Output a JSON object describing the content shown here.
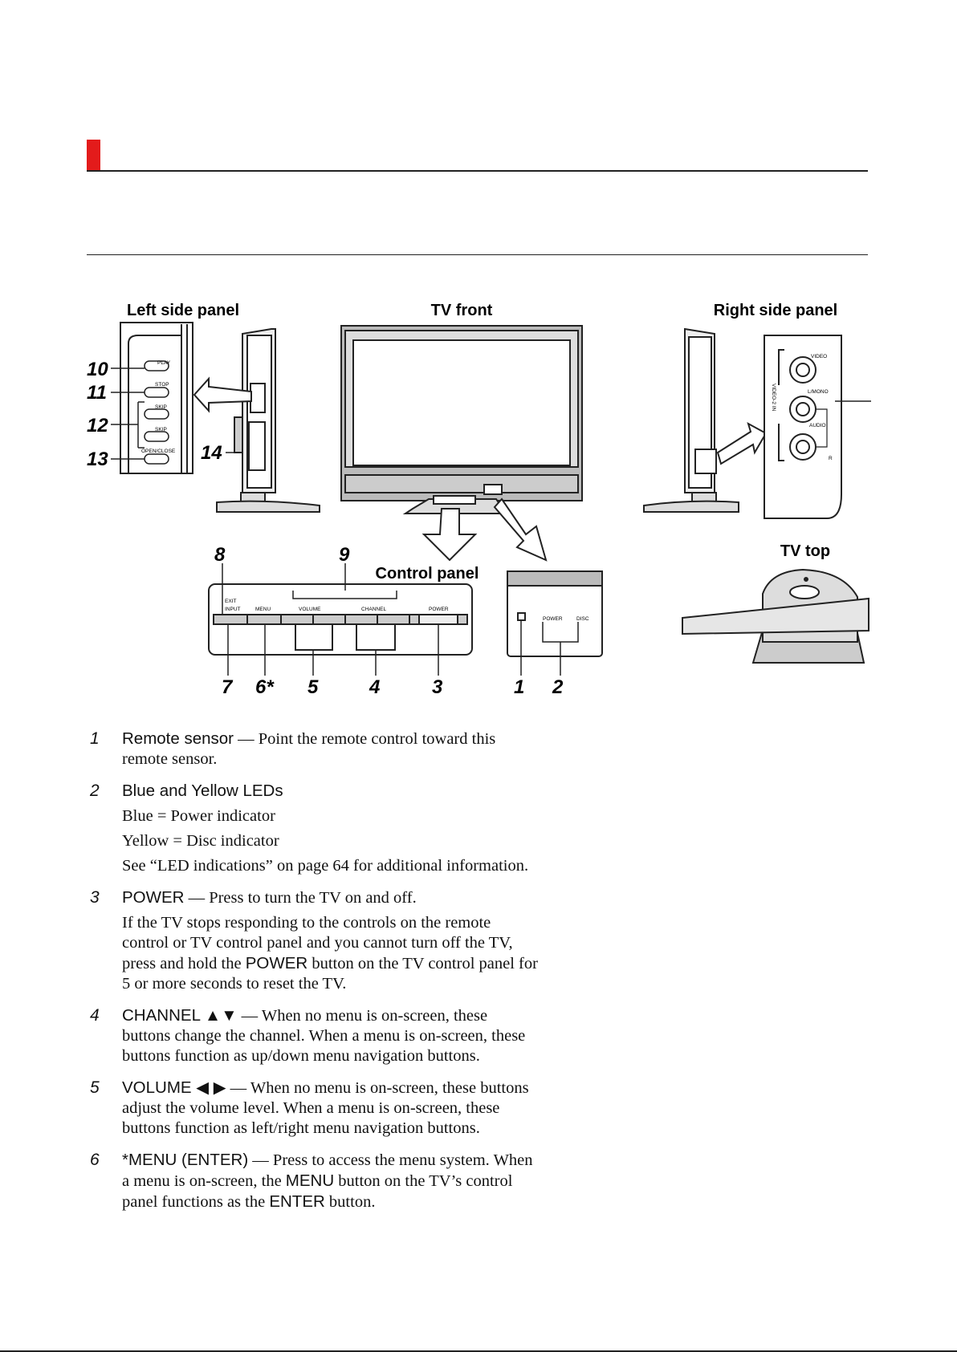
{
  "figure": {
    "left_side_panel_title": "Left side panel",
    "tv_front_title": "TV front",
    "right_side_panel_title": "Right side panel",
    "control_panel_title": "Control panel",
    "tv_top_title": "TV top",
    "left_buttons": [
      "PLAY",
      "STOP",
      "SKIP",
      "SKIP",
      "OPEN/CLOSE"
    ],
    "left_callouts": [
      "10",
      "11",
      "12",
      "13",
      "14"
    ],
    "right_jacks": [
      "VIDEO",
      "L/MONO",
      "AUDIO",
      "R"
    ],
    "right_jack_group": "VIDEO-2 IN",
    "control_labels": {
      "exit": "EXIT",
      "input": "INPUT",
      "menu": "MENU",
      "volume": "VOLUME",
      "channel": "CHANNEL",
      "power": "POWER"
    },
    "led_labels": {
      "power": "POWER",
      "disc": "DISC"
    },
    "top_callouts": [
      "8",
      "9"
    ],
    "bottom_callouts": [
      "7",
      "6*",
      "5",
      "4",
      "3",
      "1",
      "2"
    ]
  },
  "items": [
    {
      "num": "1",
      "lead": "Remote sensor",
      "paras": [
        "— Point the remote control toward this remote sensor."
      ]
    },
    {
      "num": "2",
      "lead": "Blue and Yellow LEDs",
      "paras": [
        "Blue = Power indicator",
        "Yellow = Disc indicator",
        "See “LED indications” on page 64 for additional information."
      ]
    },
    {
      "num": "3",
      "lead": "POWER",
      "paras": [
        "— Press to turn the TV on and off."
      ],
      "extra": {
        "pre": "If the TV stops responding to the controls on the remote control or TV control panel and you cannot turn off the TV, press and hold the ",
        "key": "POWER",
        "post": " button on the TV control panel for 5 or more seconds to reset the TV."
      }
    },
    {
      "num": "4",
      "lead": "CHANNEL ▲▼",
      "paras": [
        "— When no menu is on-screen, these buttons change the channel. When a menu is on-screen, these buttons function as up/down menu navigation buttons."
      ]
    },
    {
      "num": "5",
      "lead": "VOLUME ◀ ▶",
      "paras": [
        "— When no menu is on-screen, these buttons adjust the volume level. When a menu is on-screen, these buttons function as left/right menu navigation buttons."
      ]
    },
    {
      "num": "6",
      "lead": "*MENU (ENTER)",
      "paras": [
        "— Press to access the menu system."
      ],
      "extra6": {
        "a": "When a menu is on-screen, the ",
        "k1": "MENU",
        "b": " button on the TV’s control panel functions as the ",
        "k2": "ENTER",
        "c": " button."
      }
    }
  ]
}
